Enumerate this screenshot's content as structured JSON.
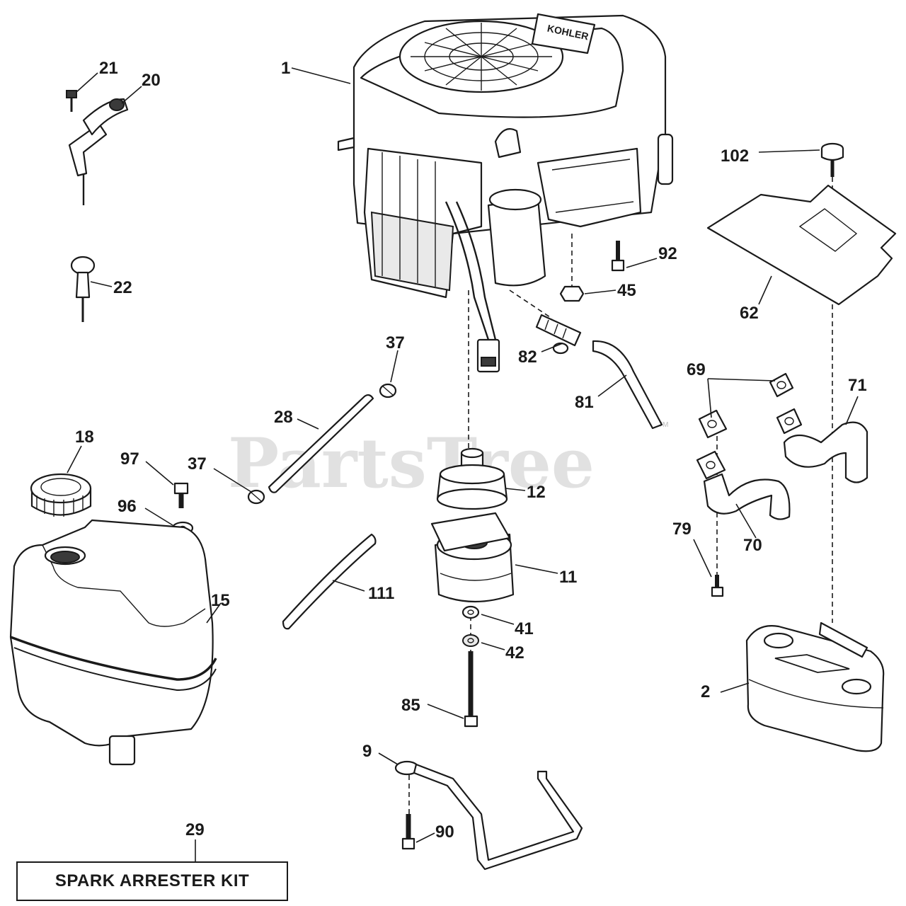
{
  "watermark": {
    "text": "PartsTree",
    "tm": "TM"
  },
  "engine_brand": "KOHLER",
  "callouts": {
    "c1": "1",
    "c2": "2",
    "c9": "9",
    "c11": "11",
    "c12": "12",
    "c15": "15",
    "c18": "18",
    "c20": "20",
    "c21": "21",
    "c22": "22",
    "c28": "28",
    "c29": "29",
    "c37a": "37",
    "c37b": "37",
    "c41": "41",
    "c42": "42",
    "c45": "45",
    "c62": "62",
    "c69": "69",
    "c70": "70",
    "c71": "71",
    "c79": "79",
    "c81": "81",
    "c82": "82",
    "c85": "85",
    "c90": "90",
    "c92": "92",
    "c96": "96",
    "c97": "97",
    "c102": "102",
    "c111": "111"
  },
  "kit_box": {
    "label": "SPARK ARRESTER KIT"
  }
}
